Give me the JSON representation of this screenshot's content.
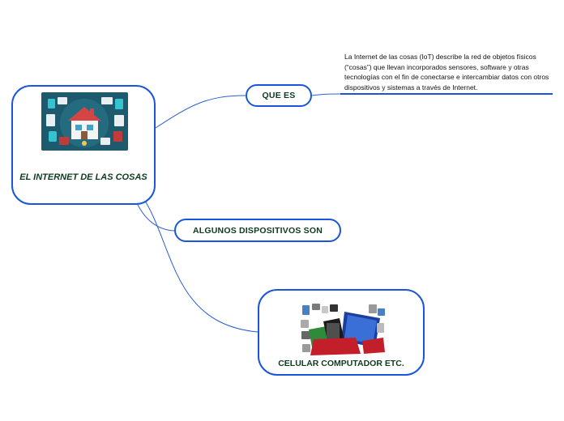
{
  "colors": {
    "node_border": "#1a56db",
    "connector": "#2a5fd0",
    "text": "#0d3b1e"
  },
  "central": {
    "title": "EL INTERNET DE LAS COSAS",
    "image_icon": "smart-home-iot-illustration"
  },
  "topics": {
    "que_es": "QUE ES",
    "algunos": "ALGUNOS DISPOSITIVOS SON",
    "celular": "CELULAR COMPUTADOR ETC."
  },
  "devices_image_icon": "devices-collage-illustration",
  "note": {
    "text": "La Internet de las cosas (IoT) describe la red de objetos físicos (“cosas”) que llevan incorporados sensores, software y otras tecnologías con el fin de conectarse e intercambiar datos con otros dispositivos y sistemas a través de Internet."
  }
}
